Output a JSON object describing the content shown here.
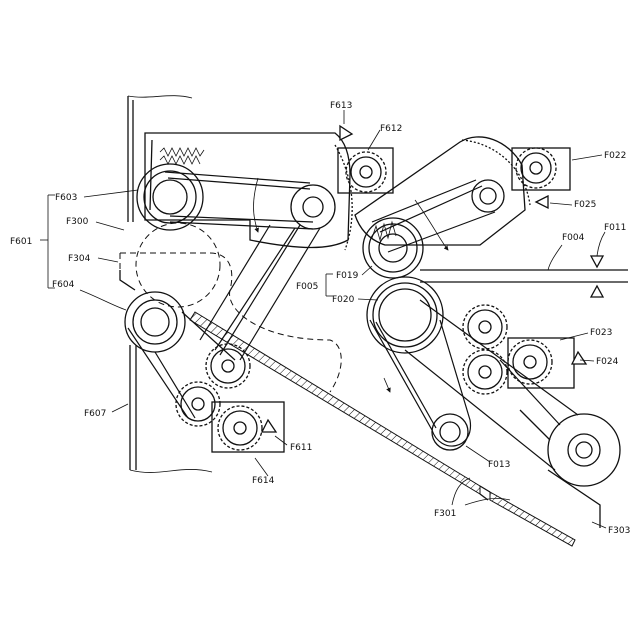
{
  "labels": {
    "f601": "F601",
    "f603": "F603",
    "f300": "F300",
    "f304": "F304",
    "f604": "F604",
    "f607": "F607",
    "f611": "F611",
    "f614": "F614",
    "f613": "F613",
    "f612": "F612",
    "f022": "F022",
    "f025": "F025",
    "f004": "F004",
    "f011": "F011",
    "f019": "F019",
    "f005": "F005",
    "f020": "F020",
    "f023": "F023",
    "f024": "F024",
    "f013": "F013",
    "f301": "F301",
    "f303": "F303"
  }
}
